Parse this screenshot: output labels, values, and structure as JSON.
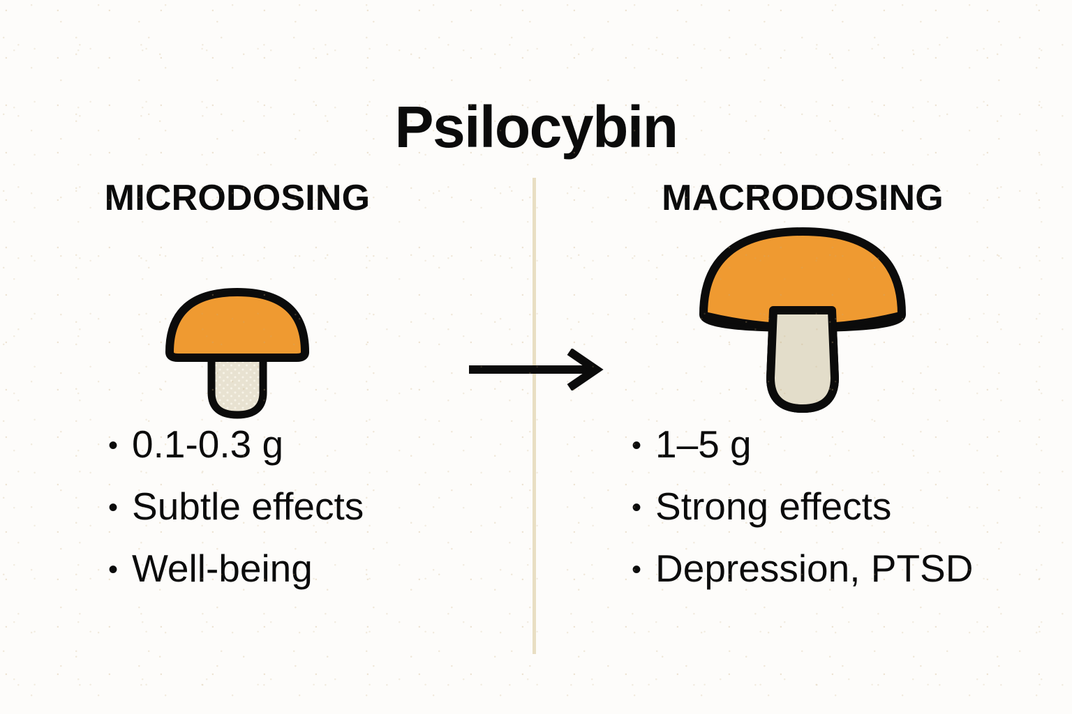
{
  "title": "Psilocybin",
  "colors": {
    "background": "#fdfcfa",
    "cap_orange": "#ef9a31",
    "stem_cream": "#e8e2d1",
    "outline_black": "#0b0b0b",
    "divider_beige": "#e9dfc3"
  },
  "divider": {
    "name": "vertical-divider"
  },
  "arrow": {
    "name": "right-arrow",
    "direction": "right"
  },
  "columns": [
    {
      "id": "microdosing",
      "heading": "MICRODOSING",
      "icon": "mushroom-icon-small",
      "icon_size": "small",
      "bullet_symbol": "•",
      "bullets": [
        "0.1-0.3 g",
        "Subtle effects",
        "Well-being"
      ]
    },
    {
      "id": "macrodosing",
      "heading": "MACRODOSING",
      "icon": "mushroom-icon-large",
      "icon_size": "large",
      "bullet_symbol": "•",
      "bullets": [
        "1–5 g",
        "Strong effects",
        "Depression, PTSD"
      ]
    }
  ]
}
